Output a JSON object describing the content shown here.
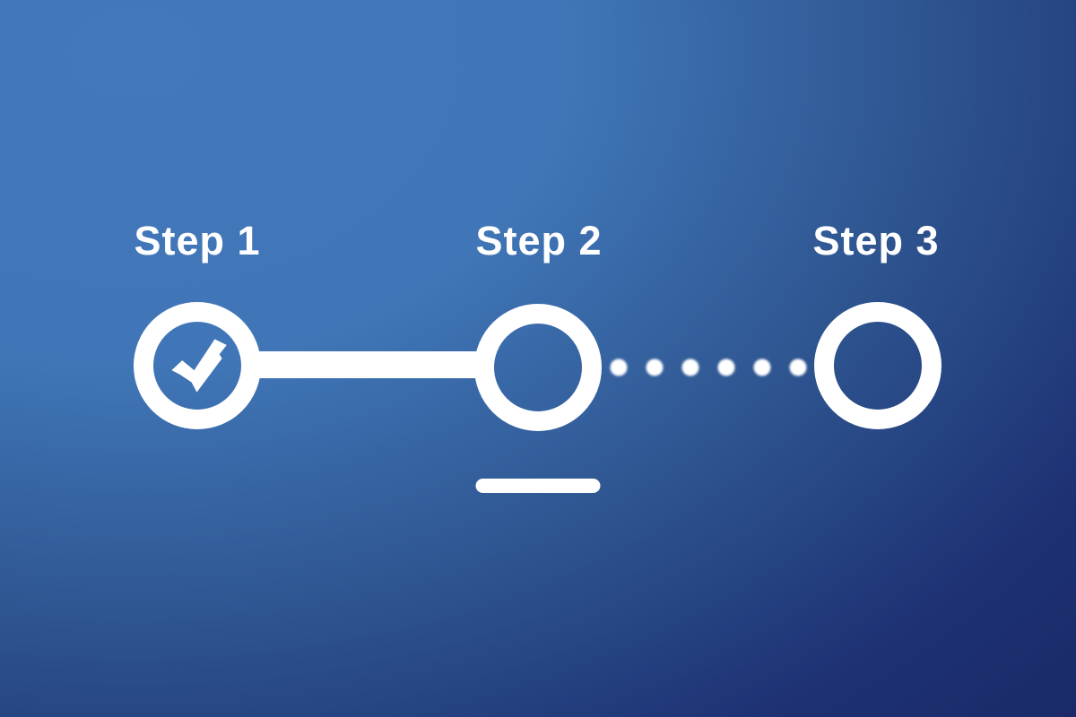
{
  "stepper": {
    "steps": [
      {
        "label": "Step 1",
        "status": "completed",
        "icon": "checkmark-icon"
      },
      {
        "label": "Step 2",
        "status": "current",
        "icon": "none"
      },
      {
        "label": "Step 3",
        "status": "upcoming",
        "icon": "none"
      }
    ],
    "connectors": [
      {
        "from": "Step 1",
        "to": "Step 2",
        "style": "solid"
      },
      {
        "from": "Step 2",
        "to": "Step 3",
        "style": "dotted",
        "dot_count": 6
      }
    ],
    "current_step_marker": "underline",
    "colors": {
      "foreground": "#ffffff",
      "background_gradient_start": "#4379bc",
      "background_gradient_mid": "#2e5590",
      "background_gradient_end": "#182663"
    }
  }
}
